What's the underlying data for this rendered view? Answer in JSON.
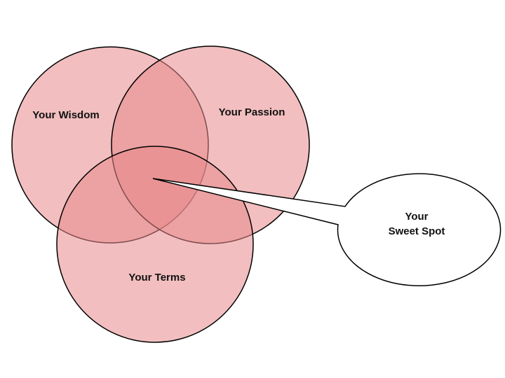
{
  "diagram": {
    "circles": [
      {
        "id": "wisdom",
        "label": "Your Wisdom"
      },
      {
        "id": "passion",
        "label": "Your Passion"
      },
      {
        "id": "terms",
        "label": "Your Terms"
      }
    ],
    "callout": {
      "line1": "Your",
      "line2": "Sweet Spot"
    },
    "colors": {
      "circle_fill": "#e8888a",
      "outline": "#000000",
      "callout_fill": "#ffffff"
    }
  }
}
